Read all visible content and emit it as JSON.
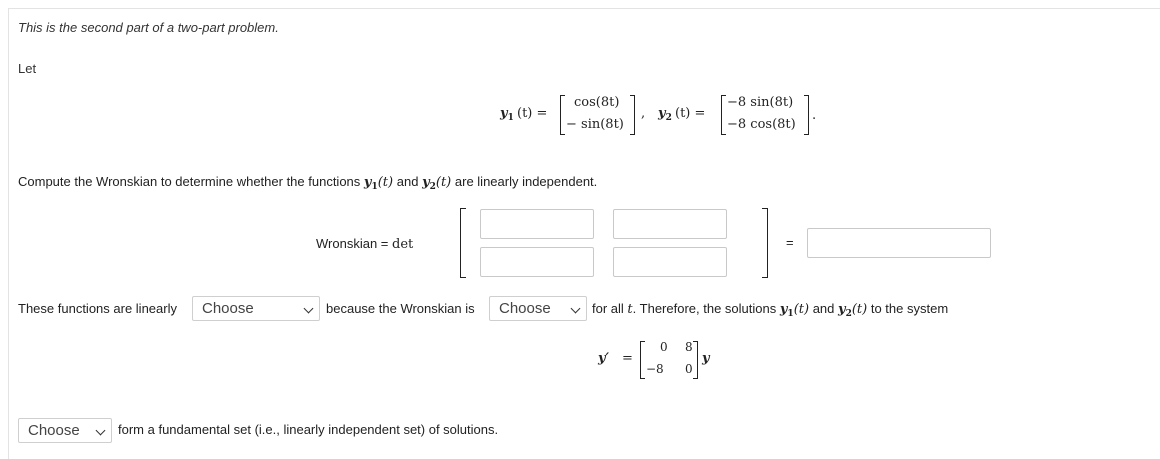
{
  "intro": "This is the second part of a two-part problem.",
  "let": "Let",
  "y1_label": "y",
  "y1_sub": "1",
  "y1_arg": "(t) =",
  "y1_entries": [
    "cos(8t)",
    "− sin(8t)"
  ],
  "comma": ",",
  "y2_label": "y",
  "y2_sub": "2",
  "y2_arg": "(t) =",
  "y2_entries": [
    "−8 sin(8t)",
    "−8 cos(8t)"
  ],
  "period": ".",
  "compute": {
    "pre": "Compute the Wronskian to determine whether the functions",
    "y1": "y",
    "y1_sub": "1",
    "y1_arg": "(t)",
    "and": "and",
    "y2": "y",
    "y2_sub": "2",
    "y2_arg": "(t)",
    "post": "are linearly independent."
  },
  "wronskian": {
    "label": "Wronskian = ",
    "det": "det",
    "equals": "=",
    "cells": [
      "",
      "",
      "",
      ""
    ],
    "result": ""
  },
  "line3": {
    "pre": "These functions are linearly",
    "select1": "Choose",
    "mid": "because the Wronskian is",
    "select2": "Choose",
    "post1": "for all",
    "t": "t",
    "post2": ". Therefore, the solutions",
    "y1": "y",
    "y1_sub": "1",
    "y1_arg": "(t)",
    "and": "and",
    "y2": "y",
    "y2_sub": "2",
    "y2_arg": "(t)",
    "post3": "to the system"
  },
  "system": {
    "lhs": "y",
    "prime": "′",
    "eq": "=",
    "matrix": [
      "0",
      "8",
      "−8",
      "0"
    ],
    "rhs": "y"
  },
  "line4": {
    "select3": "Choose",
    "text": "form a fundamental set (i.e., linearly independent set) of solutions."
  }
}
